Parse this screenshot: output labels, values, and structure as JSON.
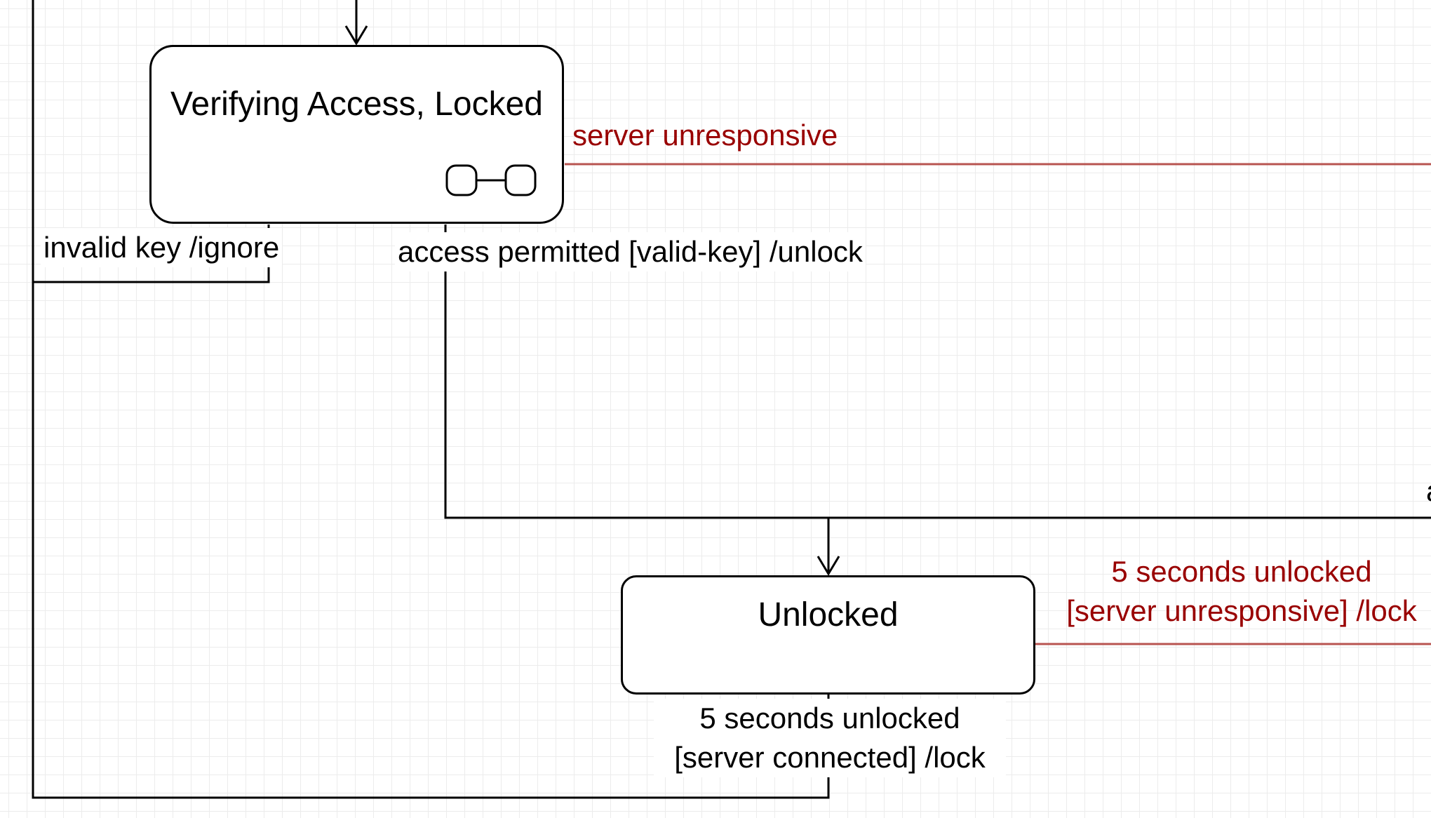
{
  "diagram": {
    "type": "state-machine",
    "states": [
      {
        "id": "verifying",
        "title": "Verifying Access, Locked",
        "composite": true
      },
      {
        "id": "unlocked",
        "title": "Unlocked",
        "composite": false
      }
    ],
    "transitions": {
      "invalid_key": {
        "text": "invalid key /ignore",
        "color": "#000000"
      },
      "access_permitted": {
        "text": "access permitted [valid-key] /unlock",
        "color": "#000000"
      },
      "server_unresponsive": {
        "text": "server unresponsive",
        "color": "#990000"
      },
      "unlocked_connected": {
        "line1": "5 seconds unlocked",
        "line2": "[server connected] /lock",
        "color": "#000000"
      },
      "unlocked_unresponsive": {
        "line1": "5 seconds unlocked",
        "line2": "[server unresponsive] /lock",
        "color": "#990000"
      }
    },
    "colors": {
      "edge": "#000000",
      "error_edge": "#b85450",
      "error_text": "#990000",
      "grid": "#ececec"
    }
  }
}
